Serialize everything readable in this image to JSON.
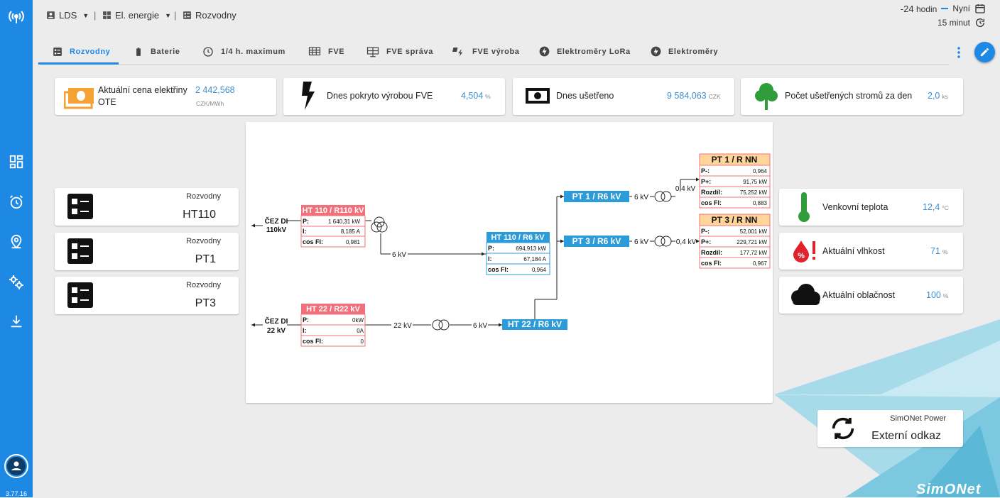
{
  "app": {
    "version": "3.77.16"
  },
  "breadcrumb": {
    "item1": "LDS",
    "item2": "El. energie",
    "item3": "Rozvodny",
    "sep": "|"
  },
  "time": {
    "range": "-24",
    "range_unit": "hodin",
    "now": "Nyní",
    "interval": "15 minut"
  },
  "tabs": [
    {
      "label": "Rozvodny",
      "icon": "switchboard-icon"
    },
    {
      "label": "Baterie",
      "icon": "battery-icon"
    },
    {
      "label": "1/4 h. maximum",
      "icon": "clock-icon"
    },
    {
      "label": "FVE",
      "icon": "solar-panel-icon"
    },
    {
      "label": "FVE správa",
      "icon": "solar-panel-icon"
    },
    {
      "label": "FVE výroba",
      "icon": "solar-power-icon"
    },
    {
      "label": "Elektroměry LoRa",
      "icon": "lightning-icon"
    },
    {
      "label": "Elektroměry",
      "icon": "lightning-icon"
    }
  ],
  "stats": {
    "price": {
      "label_line1": "Aktuální cena elektřiny",
      "label_line2": "OTE",
      "value": "2 442,568",
      "unit": "CZK/MWh"
    },
    "fve": {
      "label": "Dnes pokryto výrobou FVE",
      "value": "4,504",
      "unit": "%"
    },
    "saved": {
      "label": "Dnes ušetřeno",
      "value": "9 584,063",
      "unit": "CZK"
    },
    "trees": {
      "label": "Počet ušetřených stromů za den",
      "value": "2,0",
      "unit": "ks"
    }
  },
  "switchboards": [
    {
      "title": "Rozvodny",
      "name": "HT110"
    },
    {
      "title": "Rozvodny",
      "name": "PT1"
    },
    {
      "title": "Rozvodny",
      "name": "PT3"
    }
  ],
  "weather": {
    "temp": {
      "label": "Venkovní teplota",
      "value": "12,4",
      "unit": "°C"
    },
    "humidity": {
      "label": "Aktuální vlhkost",
      "value": "71",
      "unit": "%"
    },
    "clouds": {
      "label": "Aktuální oblačnost",
      "value": "100",
      "unit": "%"
    }
  },
  "external": {
    "title": "SimONet Power",
    "label": "Externí odkaz"
  },
  "logo": "SimONet",
  "diagram": {
    "cez110": {
      "line1": "ČEZ DI",
      "line2": "110kV"
    },
    "cez22": {
      "line1": "ČEZ DI",
      "line2": "22 kV"
    },
    "ht110r": {
      "title": "HT 110 / R110 kV",
      "rows": [
        [
          "P:",
          "1 640,31 kW"
        ],
        [
          "I:",
          "8,185 A"
        ],
        [
          "cos FI:",
          "0,981"
        ]
      ]
    },
    "ht22r": {
      "title": "HT 22 / R22 kV",
      "rows": [
        [
          "P:",
          "0kW"
        ],
        [
          "I:",
          "0A"
        ],
        [
          "cos FI:",
          "0"
        ]
      ]
    },
    "ht110r6": {
      "title": "HT 110 / R6 kV",
      "rows": [
        [
          "P:",
          "694,913 kW"
        ],
        [
          "I:",
          "67,184 A"
        ],
        [
          "cos FI:",
          "0,964"
        ]
      ]
    },
    "ht22r6": {
      "title": "HT 22 / R6 kV"
    },
    "pt1r6": {
      "title": "PT 1 / R6 kV"
    },
    "pt3r6": {
      "title": "PT 3 / R6 kV"
    },
    "pt1nn": {
      "title": "PT 1 / R NN",
      "rows": [
        [
          "P-:",
          "0,964"
        ],
        [
          "P+:",
          "91,75 kW"
        ],
        [
          "Rozdíl:",
          "75,252 kW"
        ],
        [
          "cos FI:",
          "0,883"
        ]
      ]
    },
    "pt3nn": {
      "title": "PT 3 / R NN",
      "rows": [
        [
          "P-:",
          "52,001 kW"
        ],
        [
          "P+:",
          "229,721 kW"
        ],
        [
          "Rozdíl:",
          "177,72 kW"
        ],
        [
          "cos FI:",
          "0,967"
        ]
      ]
    },
    "labels": {
      "kv6": "6 kV",
      "kv22": "22 kV",
      "kv04": "0,4 kV"
    }
  },
  "colors": {
    "accent": "#1e88e5",
    "red_header": "#f0717b",
    "blue_header": "#2b9bd9",
    "orange_header": "#ffd59a",
    "value_blue": "#3d8fd1"
  }
}
